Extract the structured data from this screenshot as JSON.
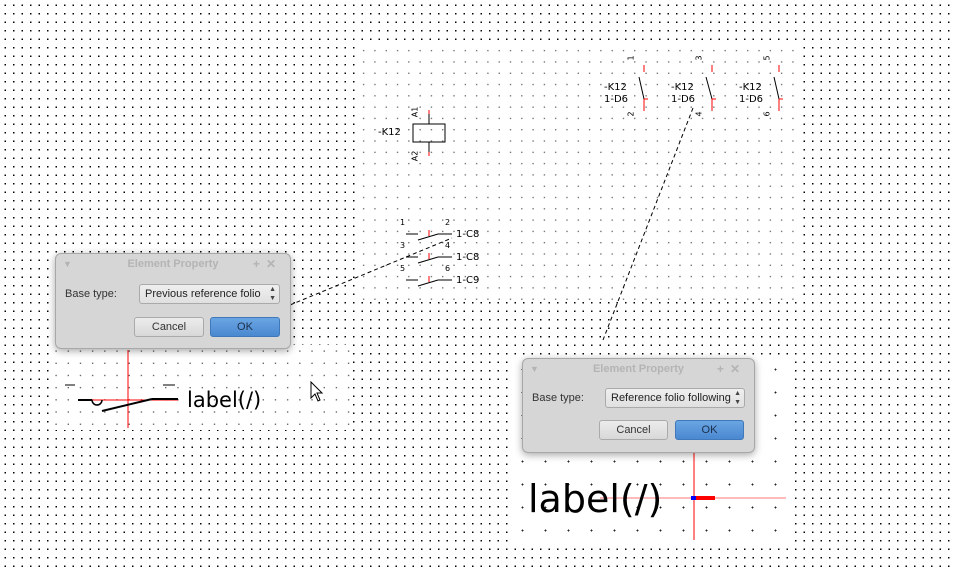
{
  "coil": {
    "label": "-K12",
    "pin_top": "A1",
    "pin_bottom": "A2"
  },
  "contacts_top": [
    {
      "pin_top": "1",
      "pin_bottom": "2",
      "ref": "-K12",
      "folio": "1-D6"
    },
    {
      "pin_top": "3",
      "pin_bottom": "4",
      "ref": "-K12",
      "folio": "1-D6"
    },
    {
      "pin_top": "5",
      "pin_bottom": "6",
      "ref": "-K12",
      "folio": "1-D6"
    }
  ],
  "contacts_left": [
    {
      "pin_a": "1",
      "pin_b": "2",
      "folio": "1-C8"
    },
    {
      "pin_a": "3",
      "pin_b": "4",
      "folio": "1-C8"
    },
    {
      "pin_a": "5",
      "pin_b": "6",
      "folio": "1-C9"
    }
  ],
  "dialog_left": {
    "title": "Element Property",
    "base_type_label": "Base type:",
    "base_type_value": "Previous reference folio",
    "cancel": "Cancel",
    "ok": "OK"
  },
  "dialog_right": {
    "title": "Element Property",
    "base_type_label": "Base type:",
    "base_type_value": "Reference folio following",
    "cancel": "Cancel",
    "ok": "OK"
  },
  "preview_left": {
    "label": "label(/)"
  },
  "preview_right": {
    "label": "label(/)"
  },
  "colors": {
    "terminal": "#ff0000",
    "terminal_end": "#0000ff",
    "ok_button": "#4a88d0"
  }
}
